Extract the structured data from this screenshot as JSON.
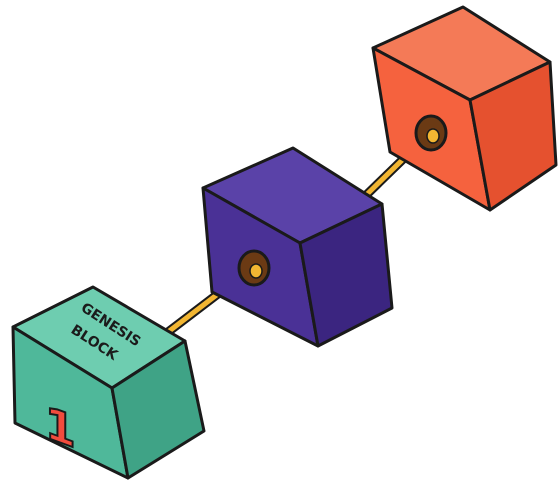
{
  "illustration": {
    "blocks": [
      {
        "id": "genesis",
        "top_text_line1": "GENESIS",
        "top_text_line2": "BLOCK",
        "number": "1",
        "color": "#4fb89a"
      },
      {
        "id": "middle",
        "color": "#4a3196"
      },
      {
        "id": "last",
        "color": "#f5623e"
      }
    ],
    "link_color": "#f2b632",
    "port_color": "#6b3a14",
    "outline_color": "#1a1a1a"
  }
}
